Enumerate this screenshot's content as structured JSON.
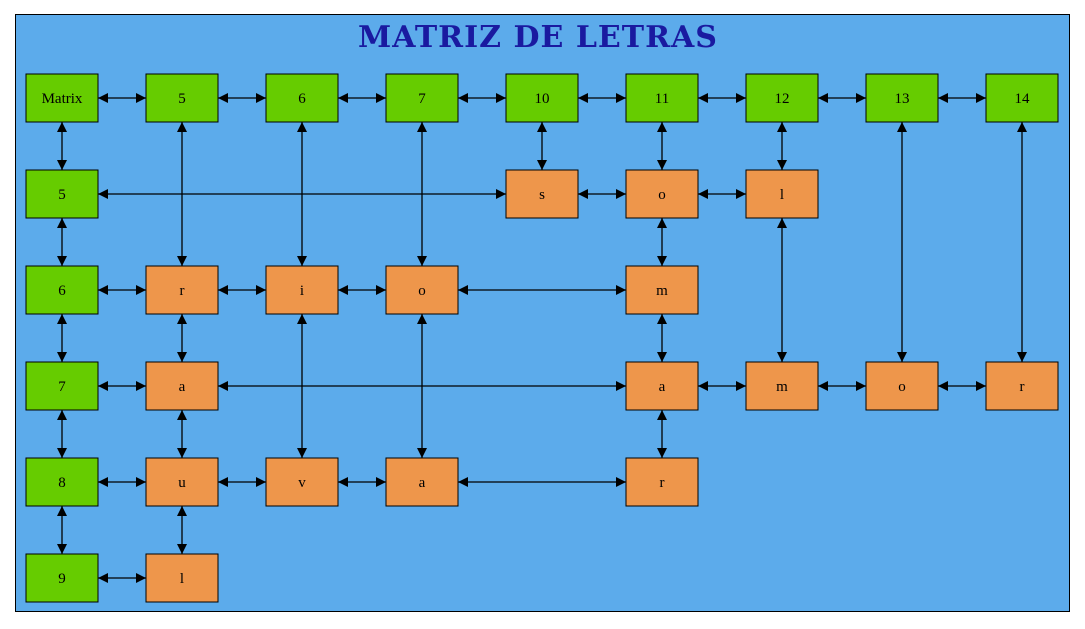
{
  "title": "MATRIZ DE LETRAS",
  "colors": {
    "background": "#5cabeb",
    "header_node": "#66cc00",
    "value_node": "#ee964b",
    "title": "#1a1aa0"
  },
  "nodes": [
    {
      "id": "matrix",
      "label": "Matrix",
      "kind": "header",
      "col": 0,
      "row": 0
    },
    {
      "id": "c5",
      "label": "5",
      "kind": "header",
      "col": 1,
      "row": 0
    },
    {
      "id": "c6",
      "label": "6",
      "kind": "header",
      "col": 2,
      "row": 0
    },
    {
      "id": "c7",
      "label": "7",
      "kind": "header",
      "col": 3,
      "row": 0
    },
    {
      "id": "c10",
      "label": "10",
      "kind": "header",
      "col": 4,
      "row": 0
    },
    {
      "id": "c11",
      "label": "11",
      "kind": "header",
      "col": 5,
      "row": 0
    },
    {
      "id": "c12",
      "label": "12",
      "kind": "header",
      "col": 6,
      "row": 0
    },
    {
      "id": "c13",
      "label": "13",
      "kind": "header",
      "col": 7,
      "row": 0
    },
    {
      "id": "c14",
      "label": "14",
      "kind": "header",
      "col": 8,
      "row": 0
    },
    {
      "id": "r5",
      "label": "5",
      "kind": "header",
      "col": 0,
      "row": 1
    },
    {
      "id": "r6",
      "label": "6",
      "kind": "header",
      "col": 0,
      "row": 2
    },
    {
      "id": "r7",
      "label": "7",
      "kind": "header",
      "col": 0,
      "row": 3
    },
    {
      "id": "r8",
      "label": "8",
      "kind": "header",
      "col": 0,
      "row": 4
    },
    {
      "id": "r9",
      "label": "9",
      "kind": "header",
      "col": 0,
      "row": 5
    },
    {
      "id": "n5_10",
      "label": "s",
      "kind": "value",
      "col": 4,
      "row": 1
    },
    {
      "id": "n5_11",
      "label": "o",
      "kind": "value",
      "col": 5,
      "row": 1
    },
    {
      "id": "n5_12",
      "label": "l",
      "kind": "value",
      "col": 6,
      "row": 1
    },
    {
      "id": "n6_5",
      "label": "r",
      "kind": "value",
      "col": 1,
      "row": 2
    },
    {
      "id": "n6_6",
      "label": "i",
      "kind": "value",
      "col": 2,
      "row": 2
    },
    {
      "id": "n6_7",
      "label": "o",
      "kind": "value",
      "col": 3,
      "row": 2
    },
    {
      "id": "n6_11",
      "label": "m",
      "kind": "value",
      "col": 5,
      "row": 2
    },
    {
      "id": "n7_5",
      "label": "a",
      "kind": "value",
      "col": 1,
      "row": 3
    },
    {
      "id": "n7_11",
      "label": "a",
      "kind": "value",
      "col": 5,
      "row": 3
    },
    {
      "id": "n7_12",
      "label": "m",
      "kind": "value",
      "col": 6,
      "row": 3
    },
    {
      "id": "n7_13",
      "label": "o",
      "kind": "value",
      "col": 7,
      "row": 3
    },
    {
      "id": "n7_14",
      "label": "r",
      "kind": "value",
      "col": 8,
      "row": 3
    },
    {
      "id": "n8_5",
      "label": "u",
      "kind": "value",
      "col": 1,
      "row": 4
    },
    {
      "id": "n8_6",
      "label": "v",
      "kind": "value",
      "col": 2,
      "row": 4
    },
    {
      "id": "n8_7",
      "label": "a",
      "kind": "value",
      "col": 3,
      "row": 4
    },
    {
      "id": "n8_11",
      "label": "r",
      "kind": "value",
      "col": 5,
      "row": 4
    },
    {
      "id": "n9_5",
      "label": "l",
      "kind": "value",
      "col": 1,
      "row": 5
    }
  ],
  "edges": [
    [
      "matrix",
      "c5"
    ],
    [
      "c5",
      "c6"
    ],
    [
      "c6",
      "c7"
    ],
    [
      "c7",
      "c10"
    ],
    [
      "c10",
      "c11"
    ],
    [
      "c11",
      "c12"
    ],
    [
      "c12",
      "c13"
    ],
    [
      "c13",
      "c14"
    ],
    [
      "matrix",
      "r5"
    ],
    [
      "r5",
      "r6"
    ],
    [
      "r6",
      "r7"
    ],
    [
      "r7",
      "r8"
    ],
    [
      "r8",
      "r9"
    ],
    [
      "r5",
      "n5_10"
    ],
    [
      "n5_10",
      "n5_11"
    ],
    [
      "n5_11",
      "n5_12"
    ],
    [
      "r6",
      "n6_5"
    ],
    [
      "n6_5",
      "n6_6"
    ],
    [
      "n6_6",
      "n6_7"
    ],
    [
      "n6_7",
      "n6_11"
    ],
    [
      "r7",
      "n7_5"
    ],
    [
      "n7_5",
      "n7_11"
    ],
    [
      "n7_11",
      "n7_12"
    ],
    [
      "n7_12",
      "n7_13"
    ],
    [
      "n7_13",
      "n7_14"
    ],
    [
      "r8",
      "n8_5"
    ],
    [
      "n8_5",
      "n8_6"
    ],
    [
      "n8_6",
      "n8_7"
    ],
    [
      "n8_7",
      "n8_11"
    ],
    [
      "r9",
      "n9_5"
    ],
    [
      "c5",
      "n6_5"
    ],
    [
      "n6_5",
      "n7_5"
    ],
    [
      "n7_5",
      "n8_5"
    ],
    [
      "n8_5",
      "n9_5"
    ],
    [
      "c6",
      "n6_6"
    ],
    [
      "n6_6",
      "n8_6"
    ],
    [
      "c7",
      "n6_7"
    ],
    [
      "n6_7",
      "n8_7"
    ],
    [
      "c10",
      "n5_10"
    ],
    [
      "c11",
      "n5_11"
    ],
    [
      "n5_11",
      "n6_11"
    ],
    [
      "n6_11",
      "n7_11"
    ],
    [
      "n7_11",
      "n8_11"
    ],
    [
      "c12",
      "n5_12"
    ],
    [
      "n5_12",
      "n7_12"
    ],
    [
      "c13",
      "n7_13"
    ],
    [
      "c14",
      "n7_14"
    ]
  ]
}
